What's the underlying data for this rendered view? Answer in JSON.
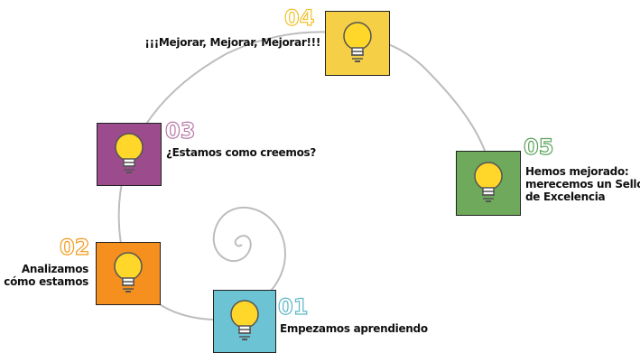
{
  "steps": [
    {
      "number": "01",
      "text": "Empezamos aprendiendo",
      "color": "#6cc3d4",
      "num_color": "#5db7c6"
    },
    {
      "number": "02",
      "text_line1": "Analizamos",
      "text_line2": "cómo estamos",
      "color": "#f5901e",
      "num_color": "#f39b1c"
    },
    {
      "number": "03",
      "text": "¿Estamos como creemos?",
      "color": "#9c4b8c",
      "num_color": "#b77aa8"
    },
    {
      "number": "04",
      "text": "¡¡¡Mejorar, Mejorar, Mejorar!!!",
      "color": "#f5cf45",
      "num_color": "#f1c22e"
    },
    {
      "number": "05",
      "text_line1": "Hemos mejorado:",
      "text_line2": "merecemos un Sello",
      "text_line3": "de Excelencia",
      "color": "#6ea95c",
      "num_color": "#5aa35c"
    }
  ],
  "icon": "lightbulb-icon"
}
